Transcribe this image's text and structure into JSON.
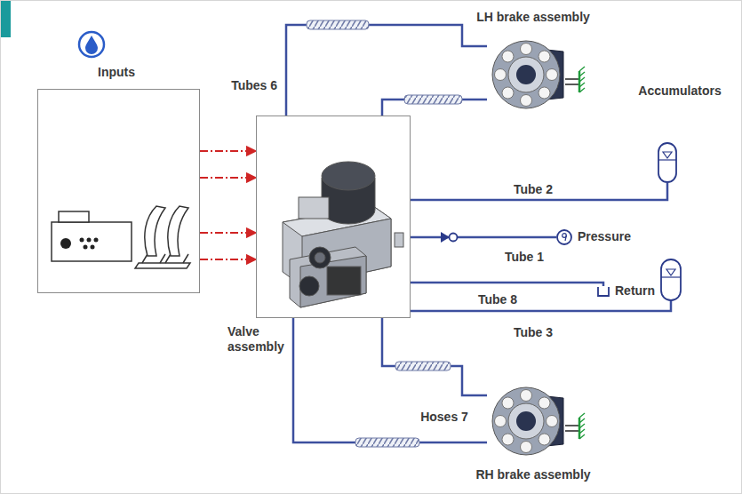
{
  "diagram": {
    "nodes": [
      {
        "text": [
          "Inputs"
        ]
      },
      {
        "text": [
          "Valve assembly"
        ]
      },
      {
        "text": [
          "LH brake assembly"
        ]
      },
      {
        "text": [
          "RH brake assembly"
        ]
      },
      {
        "text": [
          "Accumulators"
        ]
      },
      {
        "text": [
          "Pressure"
        ]
      },
      {
        "text": [
          "Return"
        ]
      }
    ],
    "edges": [
      {
        "from": 0,
        "to": 1,
        "arrow": "to"
      },
      {
        "from": 0,
        "to": 1,
        "arrow": "to"
      },
      {
        "from": 0,
        "to": 1,
        "arrow": "to"
      },
      {
        "from": 0,
        "to": 1,
        "arrow": "to"
      },
      {
        "from": 1,
        "to": 2,
        "arrow": "none"
      },
      {
        "from": 1,
        "to": 2,
        "arrow": "none"
      },
      {
        "from": 1,
        "to": 4,
        "arrow": "none",
        "label": "Tube 2"
      },
      {
        "from": 1,
        "to": 5,
        "arrow": "none",
        "label": "Tube 1"
      },
      {
        "from": 1,
        "to": 6,
        "arrow": "none"
      },
      {
        "from": 1,
        "to": 3,
        "arrow": "none"
      },
      {
        "from": 1,
        "to": 3,
        "arrow": "none"
      }
    ],
    "labels": [
      "Tubes 6",
      "Tube 8",
      "Tube 3",
      "Hoses 7"
    ]
  }
}
